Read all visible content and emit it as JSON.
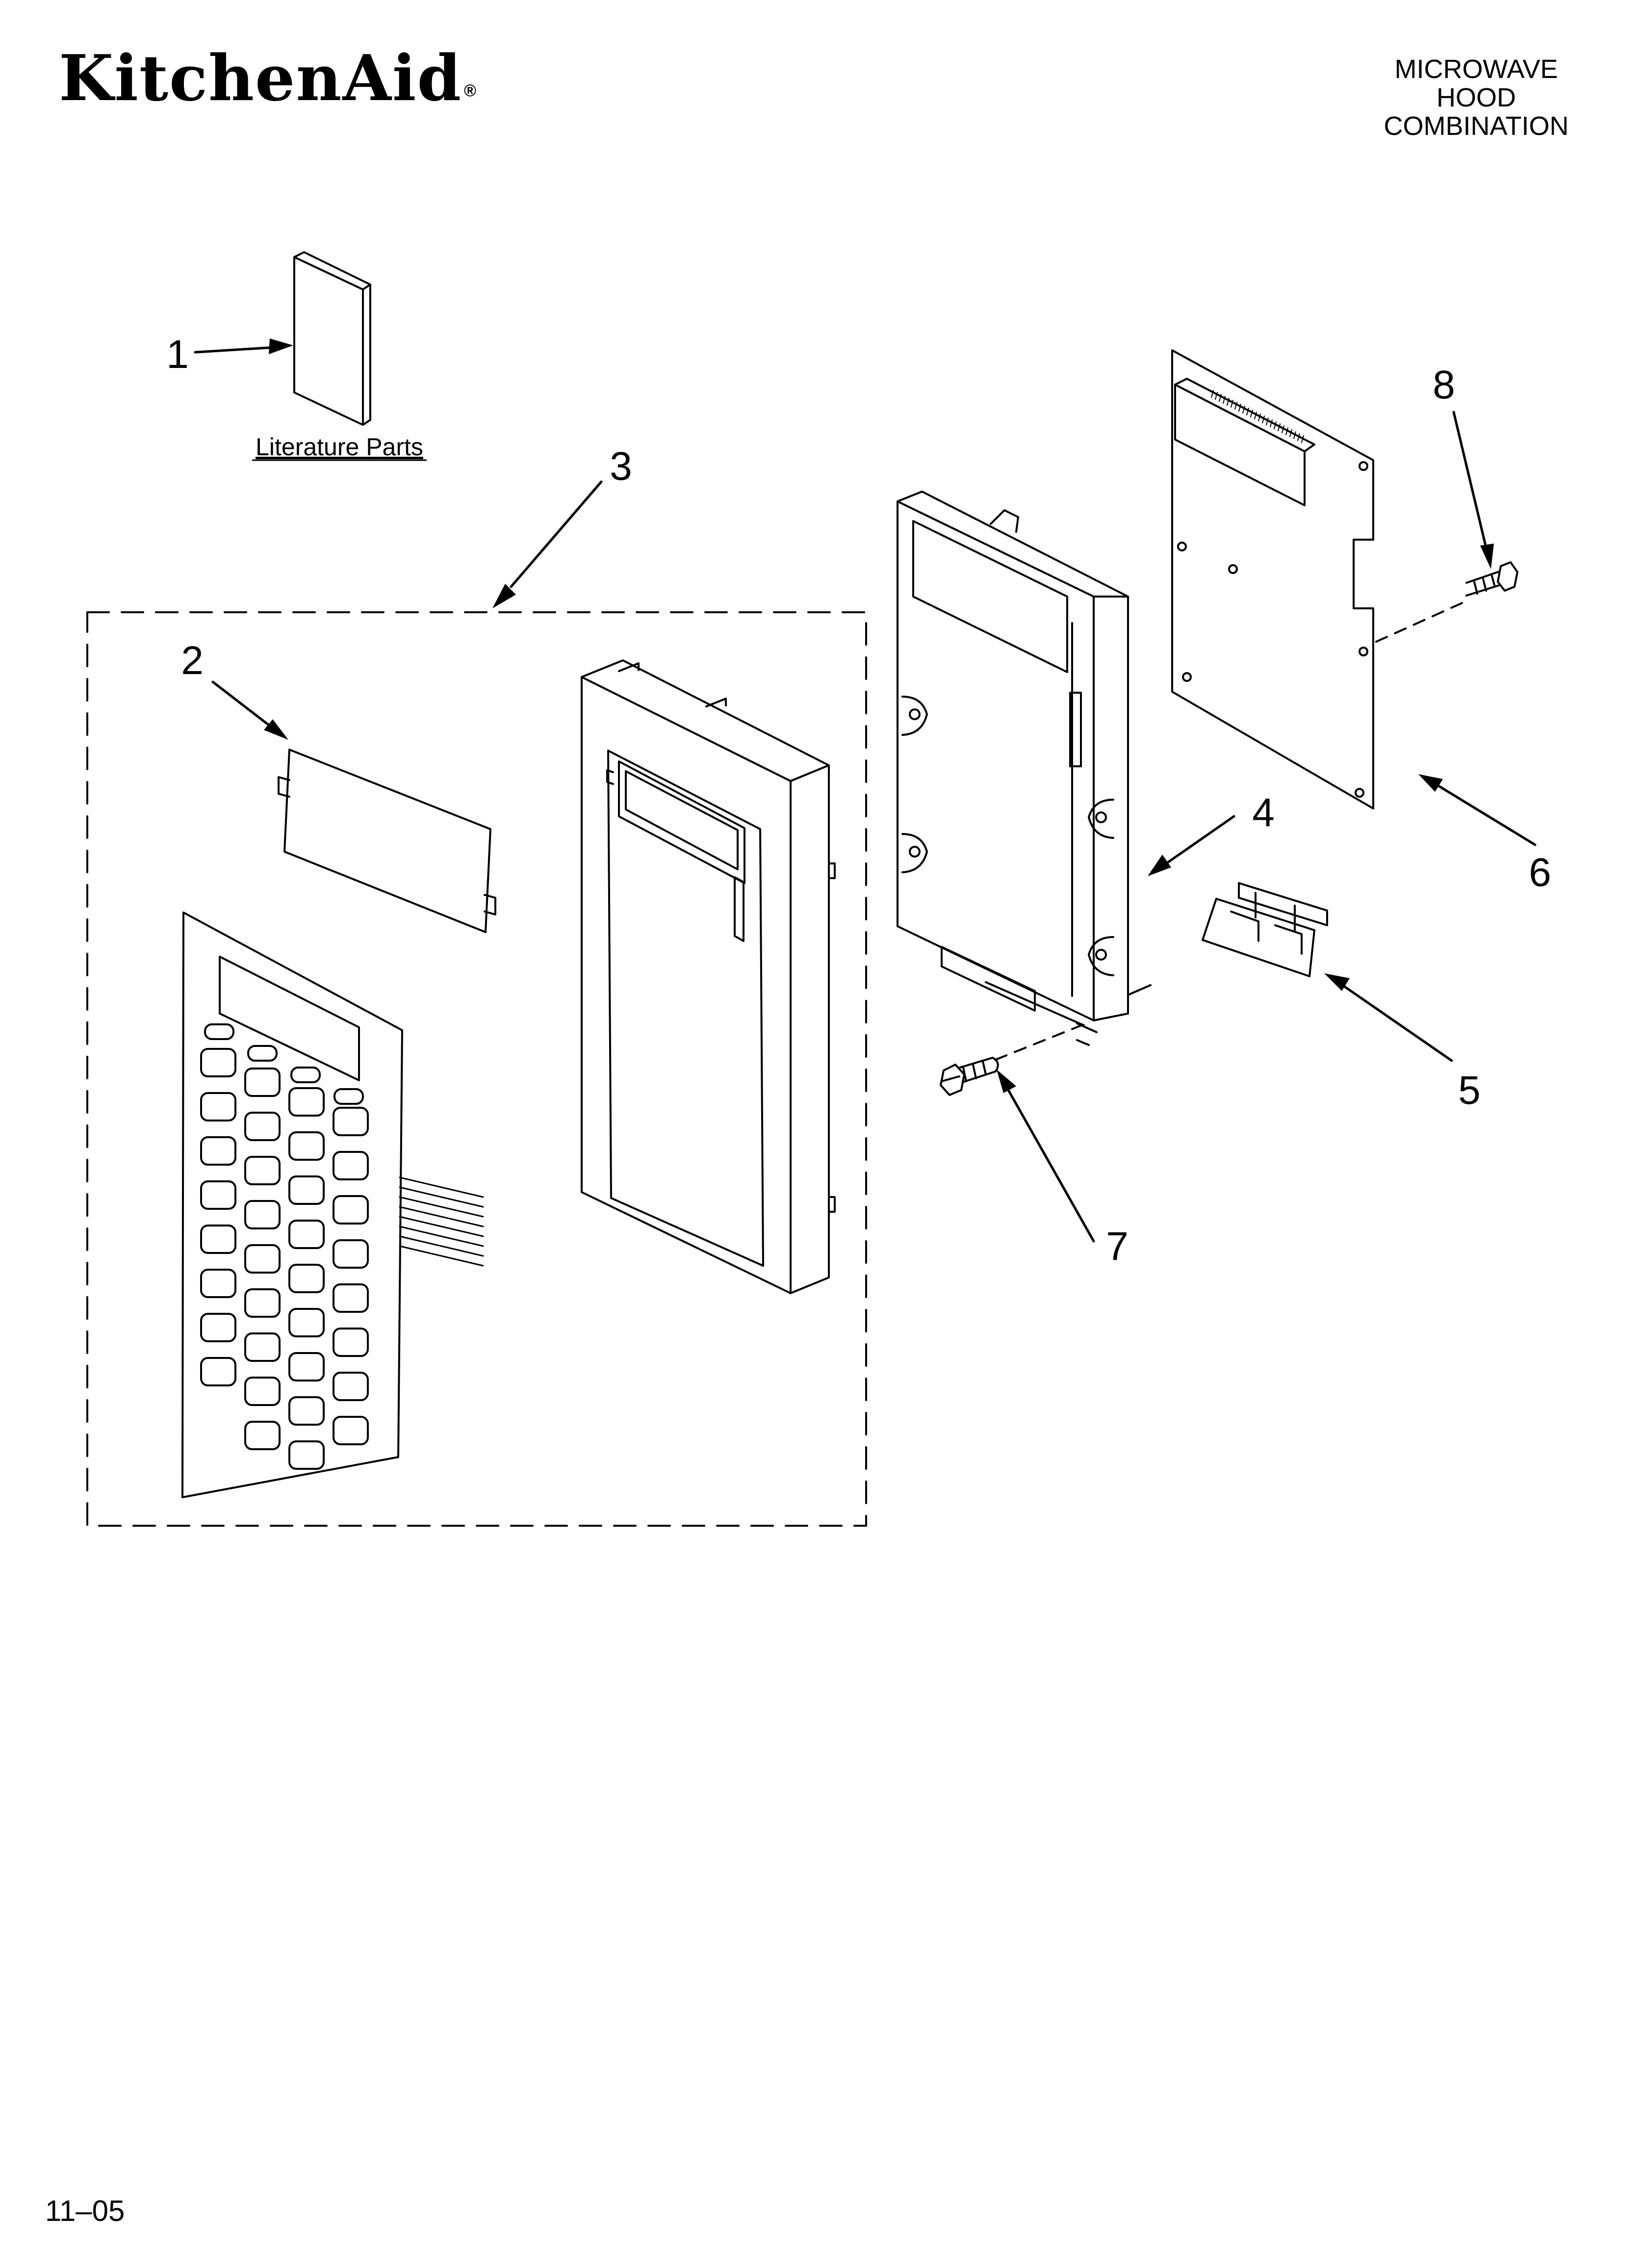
{
  "header": {
    "brand": "KitchenAid",
    "brand_mark": "®",
    "product_lines": [
      "MICROWAVE",
      "HOOD",
      "COMBINATION"
    ]
  },
  "diagram": {
    "literature_label": "Literature Parts",
    "callouts": [
      "1",
      "2",
      "3",
      "4",
      "5",
      "6",
      "7",
      "8"
    ]
  },
  "footer": {
    "date_code": "11–05"
  }
}
